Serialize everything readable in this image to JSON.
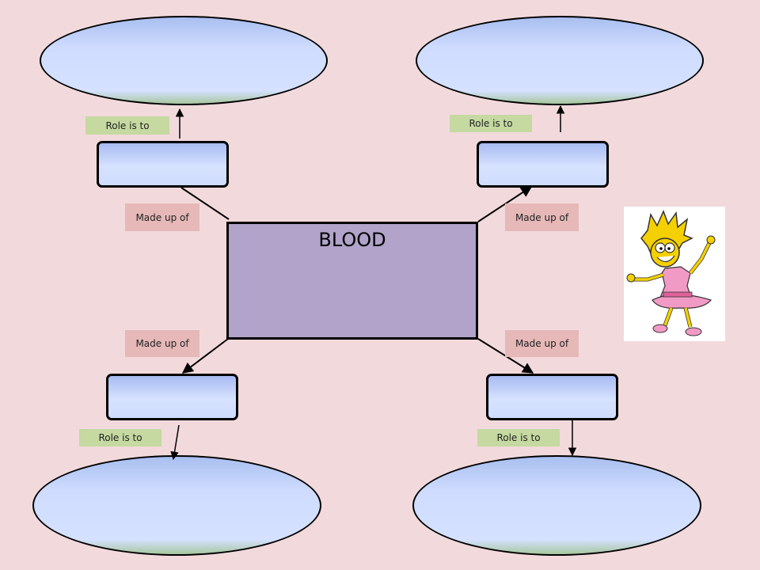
{
  "center": {
    "title": "BLOOD"
  },
  "labels": {
    "role": "Role is to",
    "made_of": "Made up of"
  },
  "colors": {
    "background": "#f2d9dc",
    "center_fill": "#b1a3c9",
    "role_tag": "#c5d9a1",
    "made_of_tag": "#e6b8b8",
    "shape_fill": "#d5e1ff"
  },
  "picture": {
    "subject": "cartoon girl character",
    "icon": "cartoon-girl-icon"
  }
}
